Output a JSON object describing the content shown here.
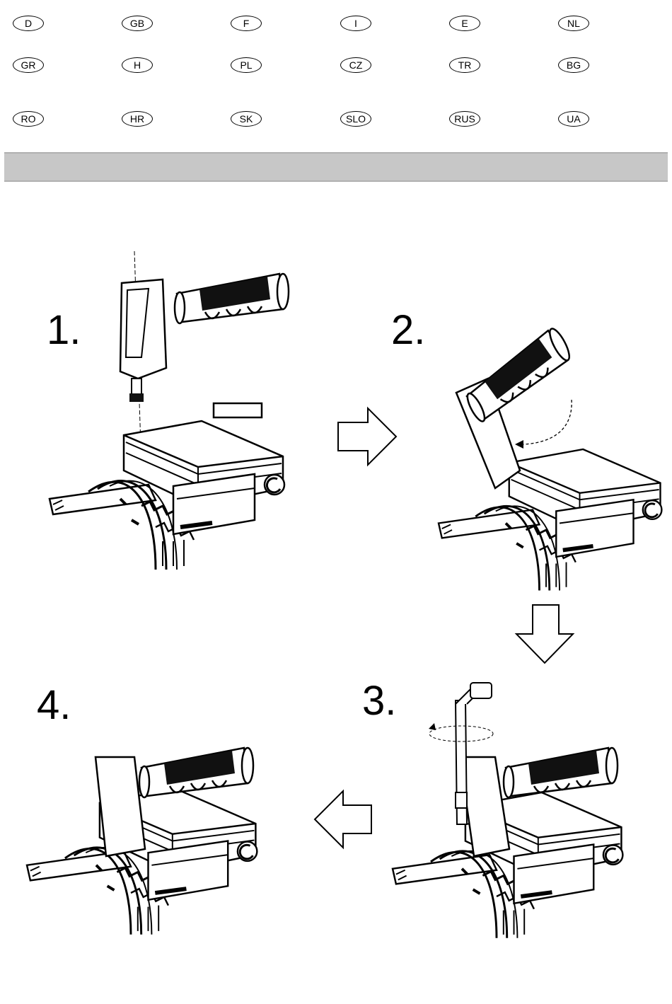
{
  "languages": {
    "row1": [
      "D",
      "GB",
      "F",
      "I",
      "E",
      "NL"
    ],
    "row2": [
      "GR",
      "H",
      "PL",
      "CZ",
      "TR",
      "BG"
    ],
    "row3": [
      "RO",
      "HR",
      "SK",
      "SLO",
      "RUS",
      "UA"
    ]
  },
  "steps": [
    {
      "label": "1."
    },
    {
      "label": "2."
    },
    {
      "label": "3."
    },
    {
      "label": "4."
    }
  ],
  "icons": [
    "arrow-right-icon",
    "arrow-down-icon",
    "arrow-left-icon",
    "wrench-icon",
    "handle-icon",
    "gearbox-icon"
  ]
}
